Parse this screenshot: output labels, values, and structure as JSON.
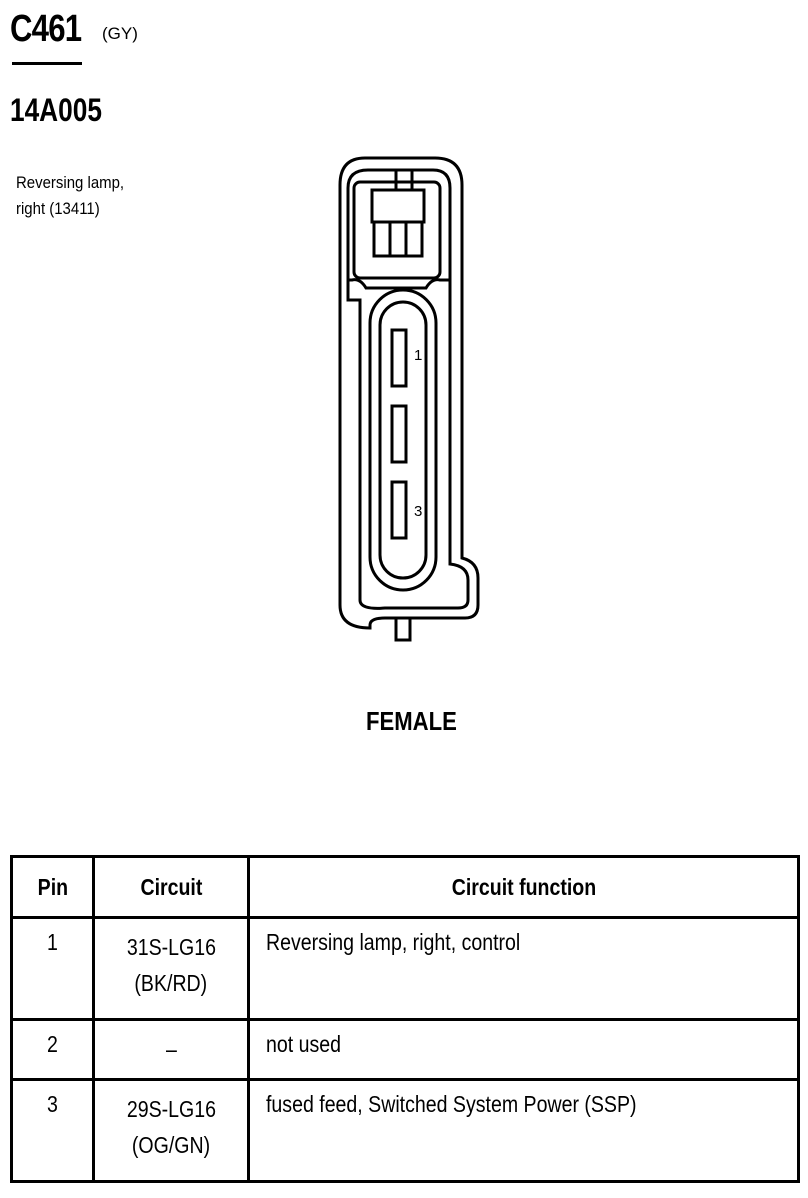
{
  "header": {
    "connector_id": "C461",
    "color_code": "(GY)",
    "part_number": "14A005"
  },
  "description": {
    "line1": "Reversing lamp,",
    "line2": "right (13411)"
  },
  "diagram": {
    "pin_labels": [
      "1",
      "3"
    ],
    "gender": "FEMALE"
  },
  "table": {
    "headers": [
      "Pin",
      "Circuit",
      "Circuit function"
    ],
    "rows": [
      {
        "pin": "1",
        "circuit_line1": "31S-LG16",
        "circuit_line2": "(BK/RD)",
        "function": "Reversing lamp, right, control"
      },
      {
        "pin": "2",
        "circuit_line1": "–",
        "circuit_line2": "",
        "function": "not used"
      },
      {
        "pin": "3",
        "circuit_line1": "29S-LG16",
        "circuit_line2": "(OG/GN)",
        "function": "fused feed, Switched System Power (SSP)"
      }
    ]
  }
}
